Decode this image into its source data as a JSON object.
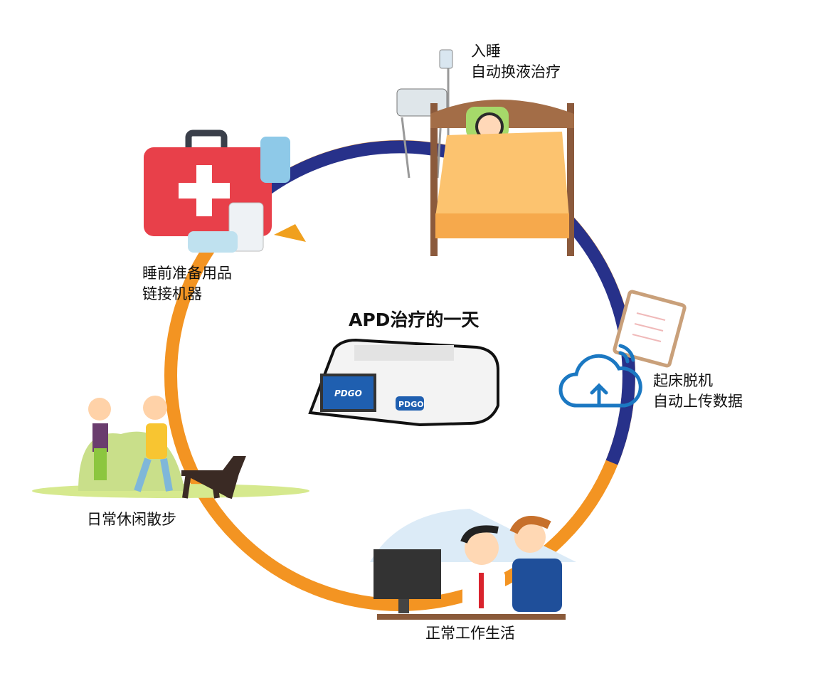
{
  "title": "APD治疗的一天",
  "device_brand": "PDGO",
  "steps": [
    {
      "line1": "入睡",
      "line2": "自动换液治疗"
    },
    {
      "line1": "起床脱机",
      "line2": "自动上传数据"
    },
    {
      "line1": "正常工作生活"
    },
    {
      "line1": "日常休闲散步"
    },
    {
      "line1": "睡前准备用品",
      "line2": "链接机器"
    }
  ],
  "colors": {
    "night_arc": "#27318a",
    "day_arc": "#f39422",
    "cloud": "#1b78c2"
  }
}
